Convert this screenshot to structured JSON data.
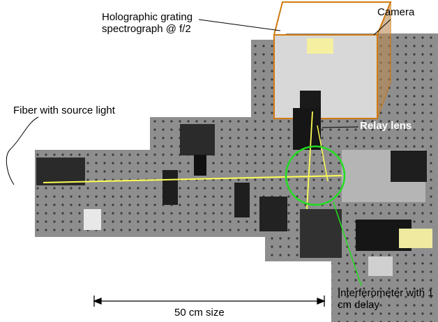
{
  "labels": {
    "spectrograph": "Holographic grating spectrograph @ f/2",
    "camera": "Camera",
    "fiber": "Fiber with source light",
    "relay_lens": "Relay lens",
    "interferometer": "Interferometer with 1 cm delay",
    "scale": "50 cm size"
  },
  "colors": {
    "beam": "#ffff55",
    "interferometer_circle": "#22dd22",
    "leader_line": "#000000",
    "table": "#8c8c8c",
    "camera_body": "#dcdcdc",
    "camera_outline": "#d07a10"
  }
}
